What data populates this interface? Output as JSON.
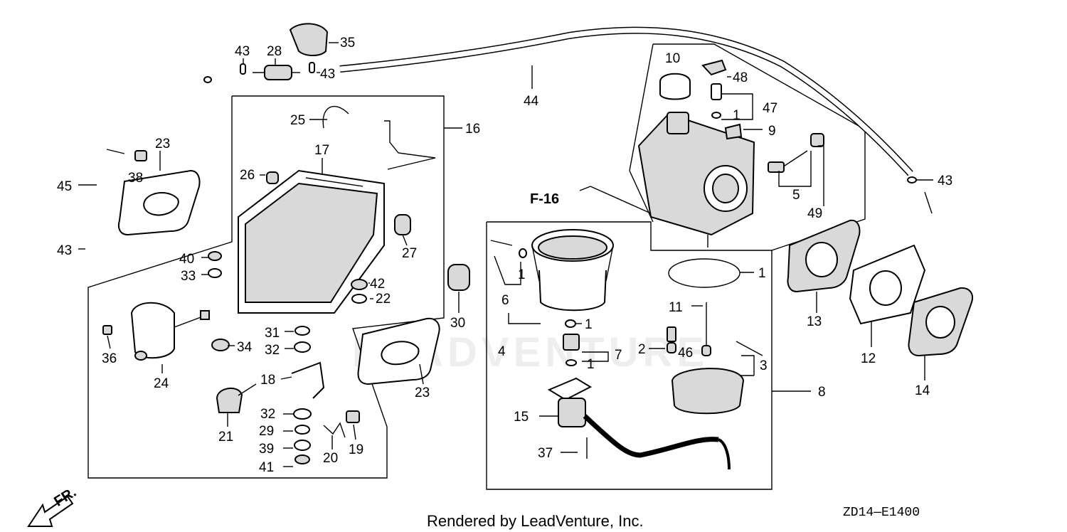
{
  "callouts": [
    {
      "id": "c43a",
      "text": "43"
    },
    {
      "id": "c28",
      "text": "28"
    },
    {
      "id": "c35",
      "text": "35"
    },
    {
      "id": "c43b",
      "text": "43"
    },
    {
      "id": "c44",
      "text": "44"
    },
    {
      "id": "c10",
      "text": "10"
    },
    {
      "id": "c48",
      "text": "48"
    },
    {
      "id": "c47",
      "text": "47"
    },
    {
      "id": "c1a",
      "text": "1"
    },
    {
      "id": "c9",
      "text": "9"
    },
    {
      "id": "c16",
      "text": "16"
    },
    {
      "id": "c25",
      "text": "25"
    },
    {
      "id": "c17",
      "text": "17"
    },
    {
      "id": "c23a",
      "text": "23"
    },
    {
      "id": "c38",
      "text": "38"
    },
    {
      "id": "c45",
      "text": "45"
    },
    {
      "id": "c26",
      "text": "26"
    },
    {
      "id": "c5",
      "text": "5"
    },
    {
      "id": "c49",
      "text": "49"
    },
    {
      "id": "c43c",
      "text": "43"
    },
    {
      "id": "c27",
      "text": "27"
    },
    {
      "id": "c43d",
      "text": "43"
    },
    {
      "id": "c40",
      "text": "40"
    },
    {
      "id": "c33",
      "text": "33"
    },
    {
      "id": "c42",
      "text": "42"
    },
    {
      "id": "c22",
      "text": "22"
    },
    {
      "id": "c1b",
      "text": "1"
    },
    {
      "id": "c6",
      "text": "6"
    },
    {
      "id": "c1c",
      "text": "1"
    },
    {
      "id": "c11",
      "text": "11"
    },
    {
      "id": "c13",
      "text": "13"
    },
    {
      "id": "c30",
      "text": "30"
    },
    {
      "id": "c31",
      "text": "31"
    },
    {
      "id": "c34",
      "text": "34"
    },
    {
      "id": "c36",
      "text": "36"
    },
    {
      "id": "c32a",
      "text": "32"
    },
    {
      "id": "c1d",
      "text": "1"
    },
    {
      "id": "c4",
      "text": "4"
    },
    {
      "id": "c7",
      "text": "7"
    },
    {
      "id": "c2",
      "text": "2"
    },
    {
      "id": "c46",
      "text": "46"
    },
    {
      "id": "c12",
      "text": "12"
    },
    {
      "id": "c1e",
      "text": "1"
    },
    {
      "id": "c3",
      "text": "3"
    },
    {
      "id": "c24",
      "text": "24"
    },
    {
      "id": "c18",
      "text": "18"
    },
    {
      "id": "c23b",
      "text": "23"
    },
    {
      "id": "c14",
      "text": "14"
    },
    {
      "id": "c8",
      "text": "8"
    },
    {
      "id": "c15",
      "text": "15"
    },
    {
      "id": "c21",
      "text": "21"
    },
    {
      "id": "c32b",
      "text": "32"
    },
    {
      "id": "c29",
      "text": "29"
    },
    {
      "id": "c19",
      "text": "19"
    },
    {
      "id": "c39",
      "text": "39"
    },
    {
      "id": "c20",
      "text": "20"
    },
    {
      "id": "c37",
      "text": "37"
    },
    {
      "id": "c41",
      "text": "41"
    }
  ],
  "reference": "F-16",
  "direction": "FR.",
  "watermark": "LEADVENTURE",
  "footer": {
    "credit": "Rendered by LeadVenture, Inc.",
    "code": "ZD14—E1400"
  }
}
